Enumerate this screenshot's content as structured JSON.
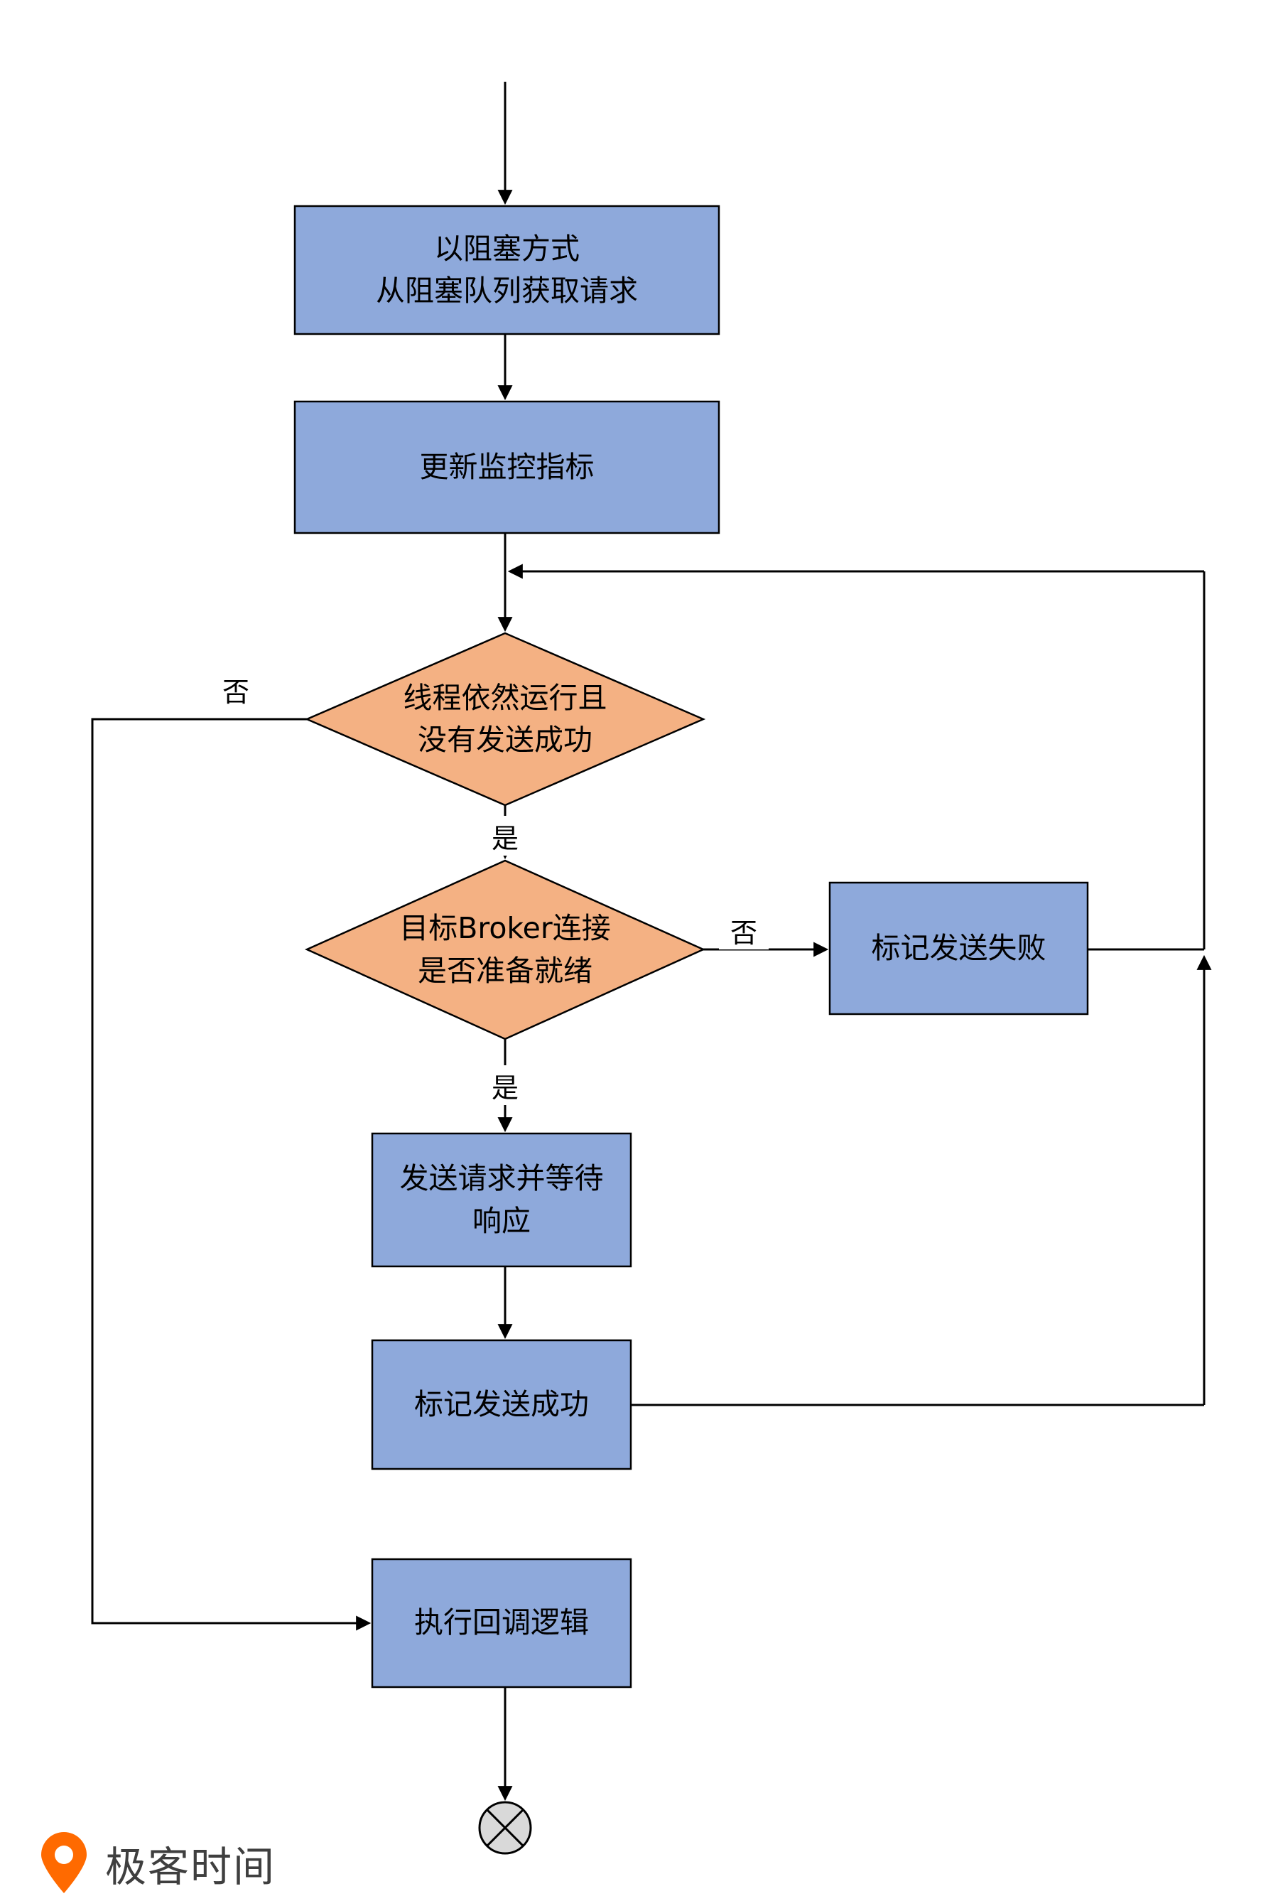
{
  "diagram": {
    "nodes": {
      "get_request": {
        "label": "以阻塞方式\n从阻塞队列获取请求"
      },
      "update_metrics": {
        "label": "更新监控指标"
      },
      "thread_running": {
        "label": "线程依然运行且\n没有发送成功"
      },
      "broker_ready": {
        "label": "目标Broker连接\n是否准备就绪"
      },
      "mark_fail": {
        "label": "标记发送失败"
      },
      "send_wait": {
        "label": "发送请求并等待\n响应"
      },
      "mark_success": {
        "label": "标记发送成功"
      },
      "callback": {
        "label": "执行回调逻辑"
      }
    },
    "edge_labels": {
      "thread_no": "否",
      "thread_yes": "是",
      "broker_no": "否",
      "broker_yes": "是"
    },
    "colors": {
      "process_fill": "#8EA9DB",
      "decision_fill": "#F4B183",
      "end_fill": "#D9D9D9",
      "line": "#000000",
      "brand_orange": "#FF6A00",
      "brand_text": "#3F3F3F"
    }
  },
  "footer": {
    "brand": "极客时间"
  }
}
